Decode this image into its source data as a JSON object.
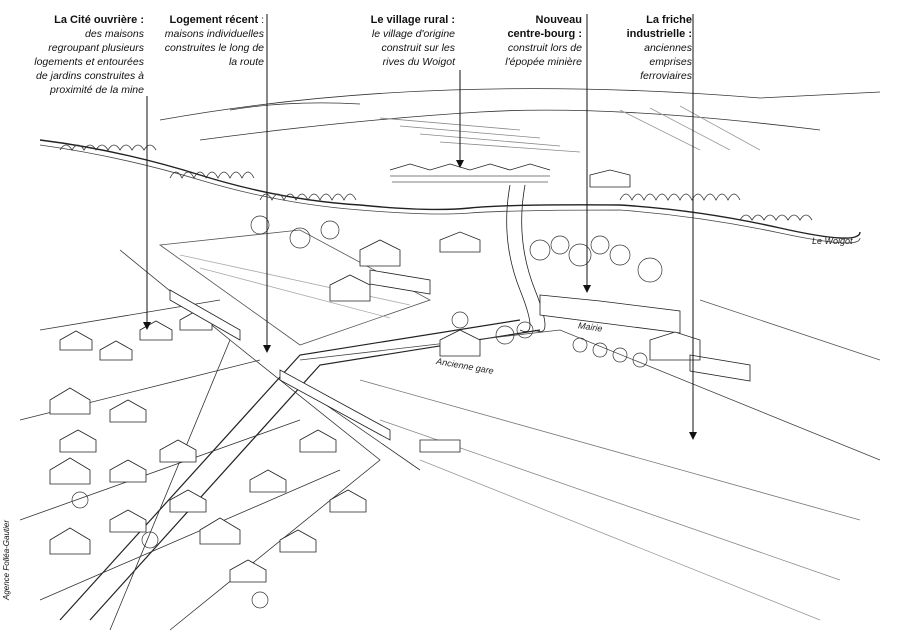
{
  "labels": {
    "cite": {
      "title": "La Cité ouvrière :",
      "lines": [
        "des maisons",
        "regroupant plusieurs",
        "logements et entourées",
        "de jardins construites à",
        "proximité de la mine"
      ]
    },
    "logement": {
      "title": "Logement récent",
      "sep": " :",
      "lines": [
        "maisons individuelles",
        "construites le long de",
        "la route"
      ]
    },
    "village": {
      "title": "Le village rural :",
      "lines": [
        "le village d'origine",
        "construit sur les",
        "rives du Woigot"
      ]
    },
    "centre": {
      "title1": "Nouveau",
      "title2": "centre-bourg :",
      "lines": [
        "construit lors de",
        "l'épopée minière"
      ]
    },
    "friche": {
      "title1": "La friche",
      "title2": "industrielle :",
      "lines": [
        "anciennes",
        "emprises",
        "ferroviaires"
      ]
    }
  },
  "places": {
    "woigot": "Le Woigot",
    "mairie": "Mairie",
    "gare": "Ancienne gare"
  },
  "credit": "Agence Folléa-Gautier",
  "colors": {
    "ink": "#111111",
    "shade": "#555555",
    "paper": "#ffffff"
  }
}
